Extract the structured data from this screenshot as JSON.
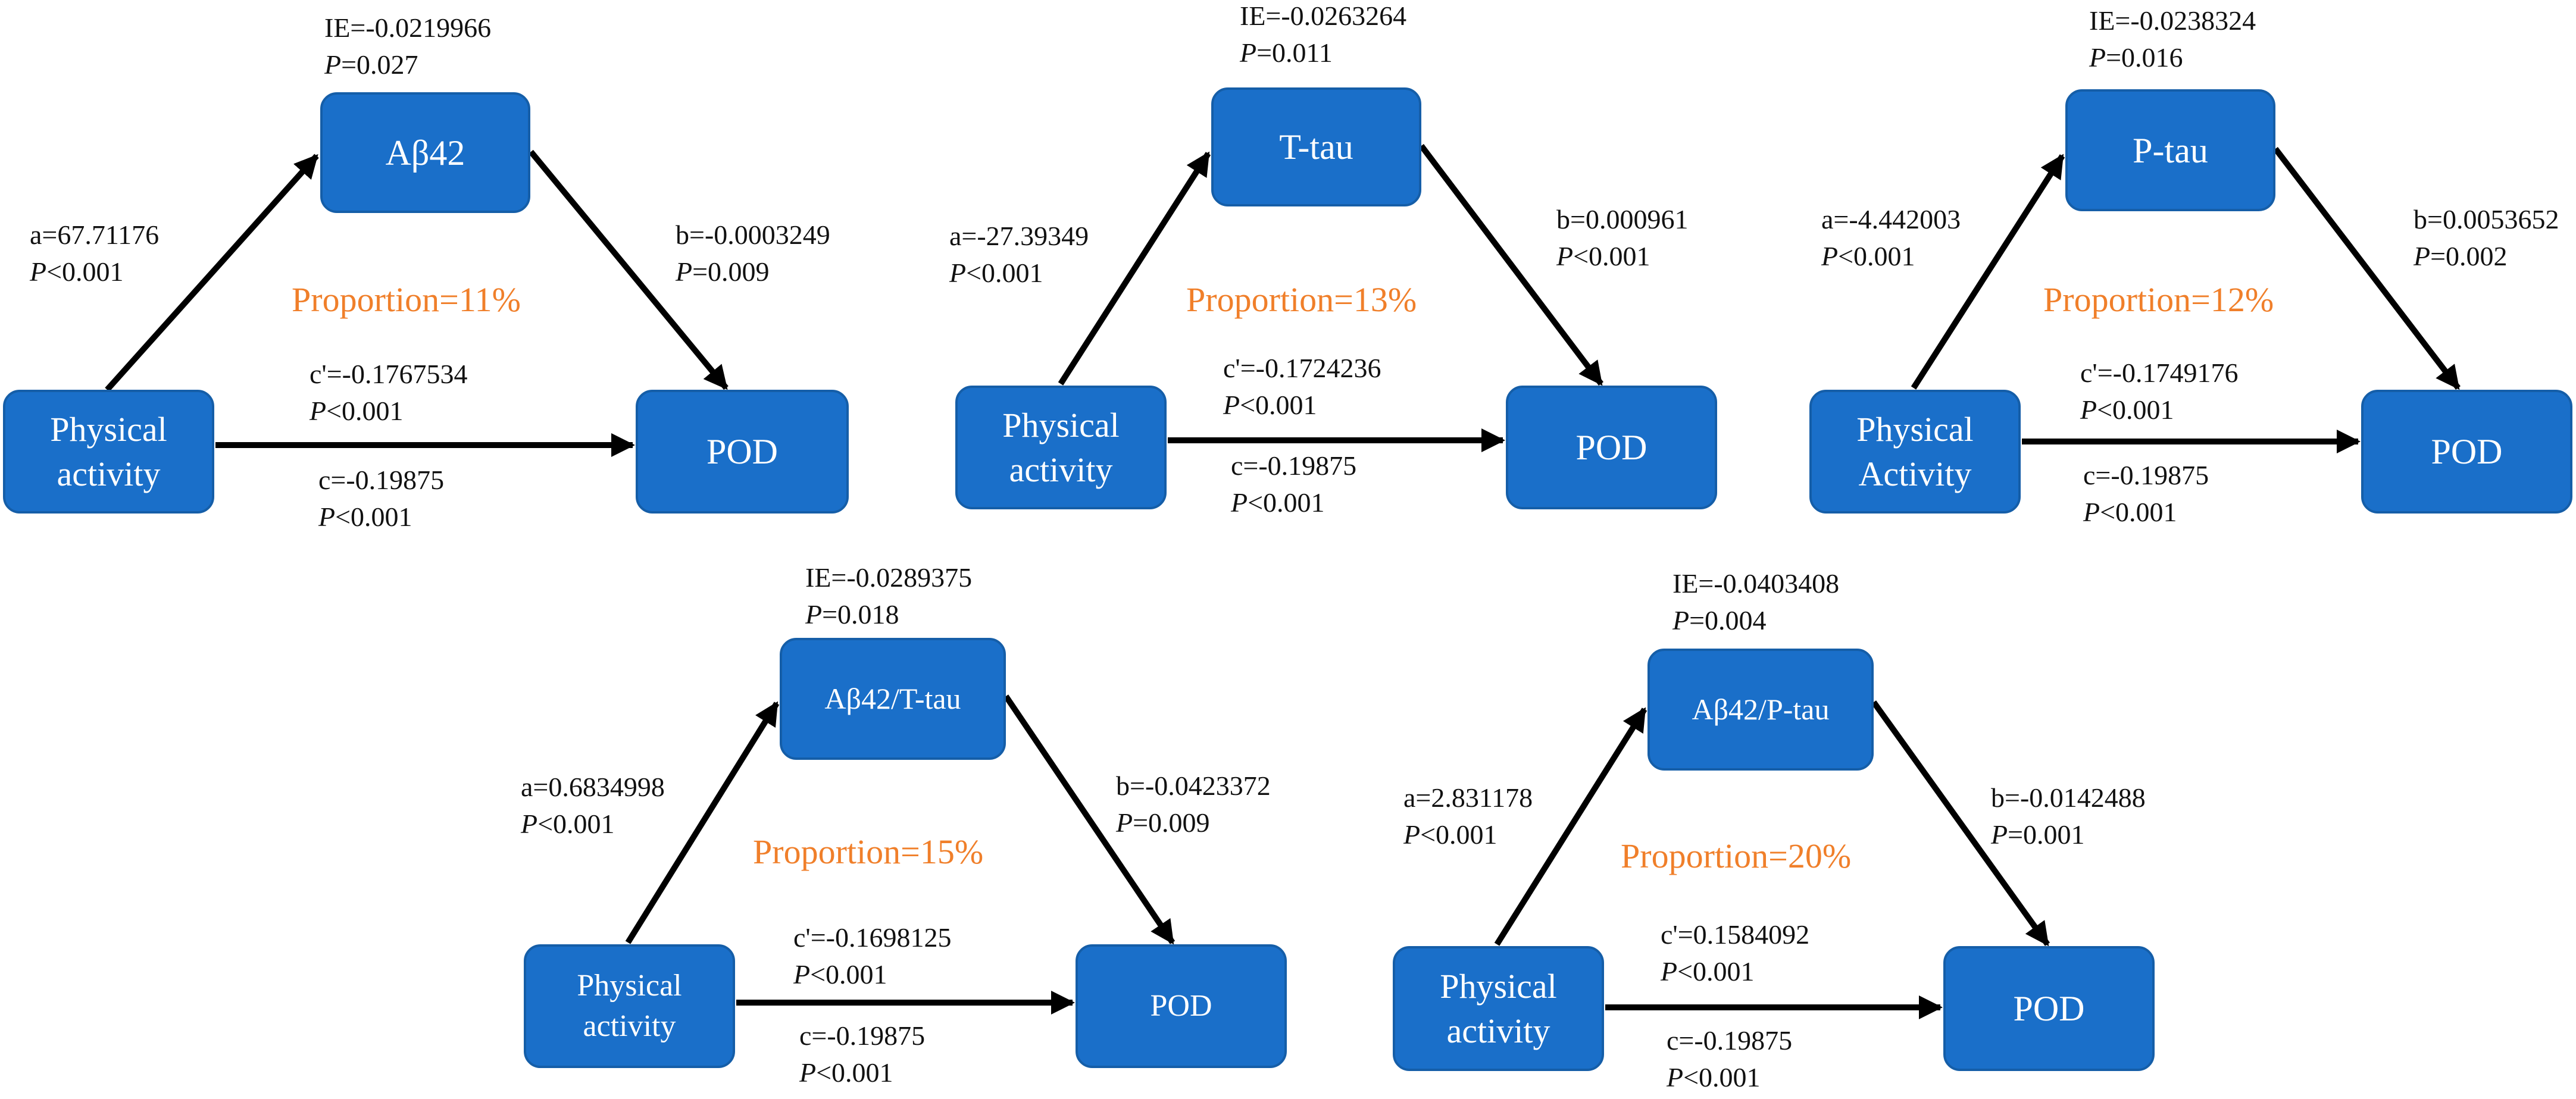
{
  "colors": {
    "node_fill": "#1a6fc9",
    "node_border": "#155ea8",
    "node_text": "#ffffff",
    "arrow": "#000000",
    "proportion_text": "#f07f2a"
  },
  "diagrams": [
    {
      "mediator": "Aβ42",
      "exposure": [
        "Physical",
        "activity"
      ],
      "outcome": "POD",
      "ie": "IE=-0.0219966",
      "ie_p": "=0.027",
      "a": "a=67.71176",
      "a_p": "<0.001",
      "b": "b=-0.0003249",
      "b_p": "=0.009",
      "c_prime": "c'=-0.1767534",
      "c_prime_p": "<0.001",
      "c": "c=-0.19875",
      "c_p": "<0.001",
      "proportion": "Proportion=11%"
    },
    {
      "mediator": "T-tau",
      "exposure": [
        "Physical",
        "activity"
      ],
      "outcome": "POD",
      "ie": "IE=-0.0263264",
      "ie_p": "=0.011",
      "a": "a=-27.39349",
      "a_p": "<0.001",
      "b": "b=0.000961",
      "b_p": "<0.001",
      "c_prime": "c'=-0.1724236",
      "c_prime_p": "<0.001",
      "c": "c=-0.19875",
      "c_p": "<0.001",
      "proportion": "Proportion=13%"
    },
    {
      "mediator": "P-tau",
      "exposure": [
        "Physical",
        "Activity"
      ],
      "outcome": "POD",
      "ie": "IE=-0.0238324",
      "ie_p": "=0.016",
      "a": "a=-4.442003",
      "a_p": "<0.001",
      "b": "b=0.0053652",
      "b_p": "=0.002",
      "c_prime": "c'=-0.1749176",
      "c_prime_p": "<0.001",
      "c": "c=-0.19875",
      "c_p": "<0.001",
      "proportion": "Proportion=12%"
    },
    {
      "mediator": "Aβ42/T-tau",
      "exposure": [
        "Physical",
        "activity"
      ],
      "outcome": "POD",
      "ie": "IE=-0.0289375",
      "ie_p": "=0.018",
      "a": "a=0.6834998",
      "a_p": "<0.001",
      "b": "b=-0.0423372",
      "b_p": "=0.009",
      "c_prime": "c'=-0.1698125",
      "c_prime_p": "<0.001",
      "c": "c=-0.19875",
      "c_p": "<0.001",
      "proportion": "Proportion=15%"
    },
    {
      "mediator": "Aβ42/P-tau",
      "exposure": [
        "Physical",
        "activity"
      ],
      "outcome": "POD",
      "ie": "IE=-0.0403408",
      "ie_p": "=0.004",
      "a": "a=2.831178",
      "a_p": "<0.001",
      "b": "b=-0.0142488",
      "b_p": "=0.001",
      "c_prime": "c'=0.1584092",
      "c_prime_p": "<0.001",
      "c": "c=-0.19875",
      "c_p": "<0.001",
      "proportion": "Proportion=20%"
    }
  ]
}
